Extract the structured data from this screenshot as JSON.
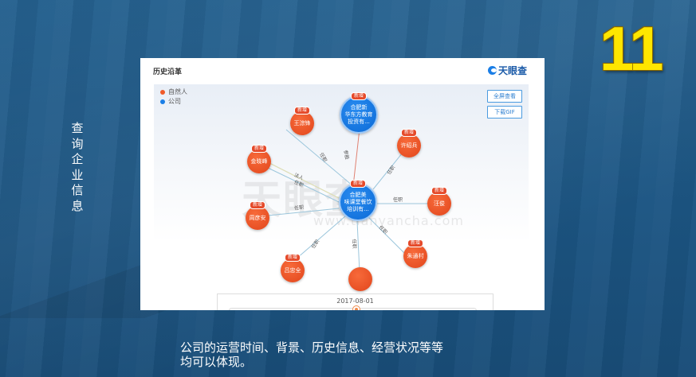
{
  "slide": {
    "number": "11",
    "side_label": "查询企业信息",
    "caption": "公司的运营时间、背景、历史信息、经营状况等等均可以体现。"
  },
  "panel": {
    "title": "历史沿革",
    "brand": "天眼查",
    "brand_icon": "tianyancha-logo-icon",
    "legend": [
      {
        "label": "自然人",
        "color": "#f05a28"
      },
      {
        "label": "公司",
        "color": "#1a7ee6"
      }
    ],
    "buttons": {
      "fullscreen": "全屏查看",
      "download_gif": "下载GIF"
    },
    "watermark": {
      "text": "天眼查",
      "url": "www.tianyancha.com"
    },
    "tag_label": "新增",
    "center_node": {
      "name": "合肥美味课堂餐饮培训有...",
      "lines": [
        "合肥美",
        "味课堂餐饮",
        "培训有..."
      ],
      "type": "company"
    },
    "nodes": [
      {
        "name": "合肥新华东方教育投资有...",
        "lines": [
          "合肥新",
          "华东方教育",
          "投资有..."
        ],
        "type": "company",
        "relation": "参股"
      },
      {
        "name": "王淙锋",
        "lines": [
          "王淙锋"
        ],
        "type": "person",
        "relation": "任职"
      },
      {
        "name": "许绍兵",
        "lines": [
          "许绍兵"
        ],
        "type": "person",
        "relation": "任职"
      },
      {
        "name": "金晓峰",
        "lines": [
          "金晓峰"
        ],
        "type": "person",
        "relation": "法人 任职"
      },
      {
        "name": "汪俊",
        "lines": [
          "汪俊"
        ],
        "type": "person",
        "relation": "任职"
      },
      {
        "name": "周彦安",
        "lines": [
          "周彦安"
        ],
        "type": "person",
        "relation": "任职"
      },
      {
        "name": "朱通村",
        "lines": [
          "朱通村"
        ],
        "type": "person",
        "relation": "任职"
      },
      {
        "name": "吕忠全",
        "lines": [
          "吕忠全"
        ],
        "type": "person",
        "relation": "任职"
      },
      {
        "name": "(partially hidden)",
        "lines": [
          ""
        ],
        "type": "person",
        "relation": "任职"
      }
    ],
    "edge_labels": {
      "e1": "参股",
      "e2": "任职",
      "e3": "任职",
      "e4a": "法人",
      "e4b": "任职",
      "e5": "任职",
      "e6": "任职",
      "e7": "任职",
      "e8": "任职",
      "e9": "任职"
    },
    "timeline": {
      "date": "2017-08-01",
      "rewind_icon": "◀◀",
      "forward_icon": "▶▶"
    }
  }
}
